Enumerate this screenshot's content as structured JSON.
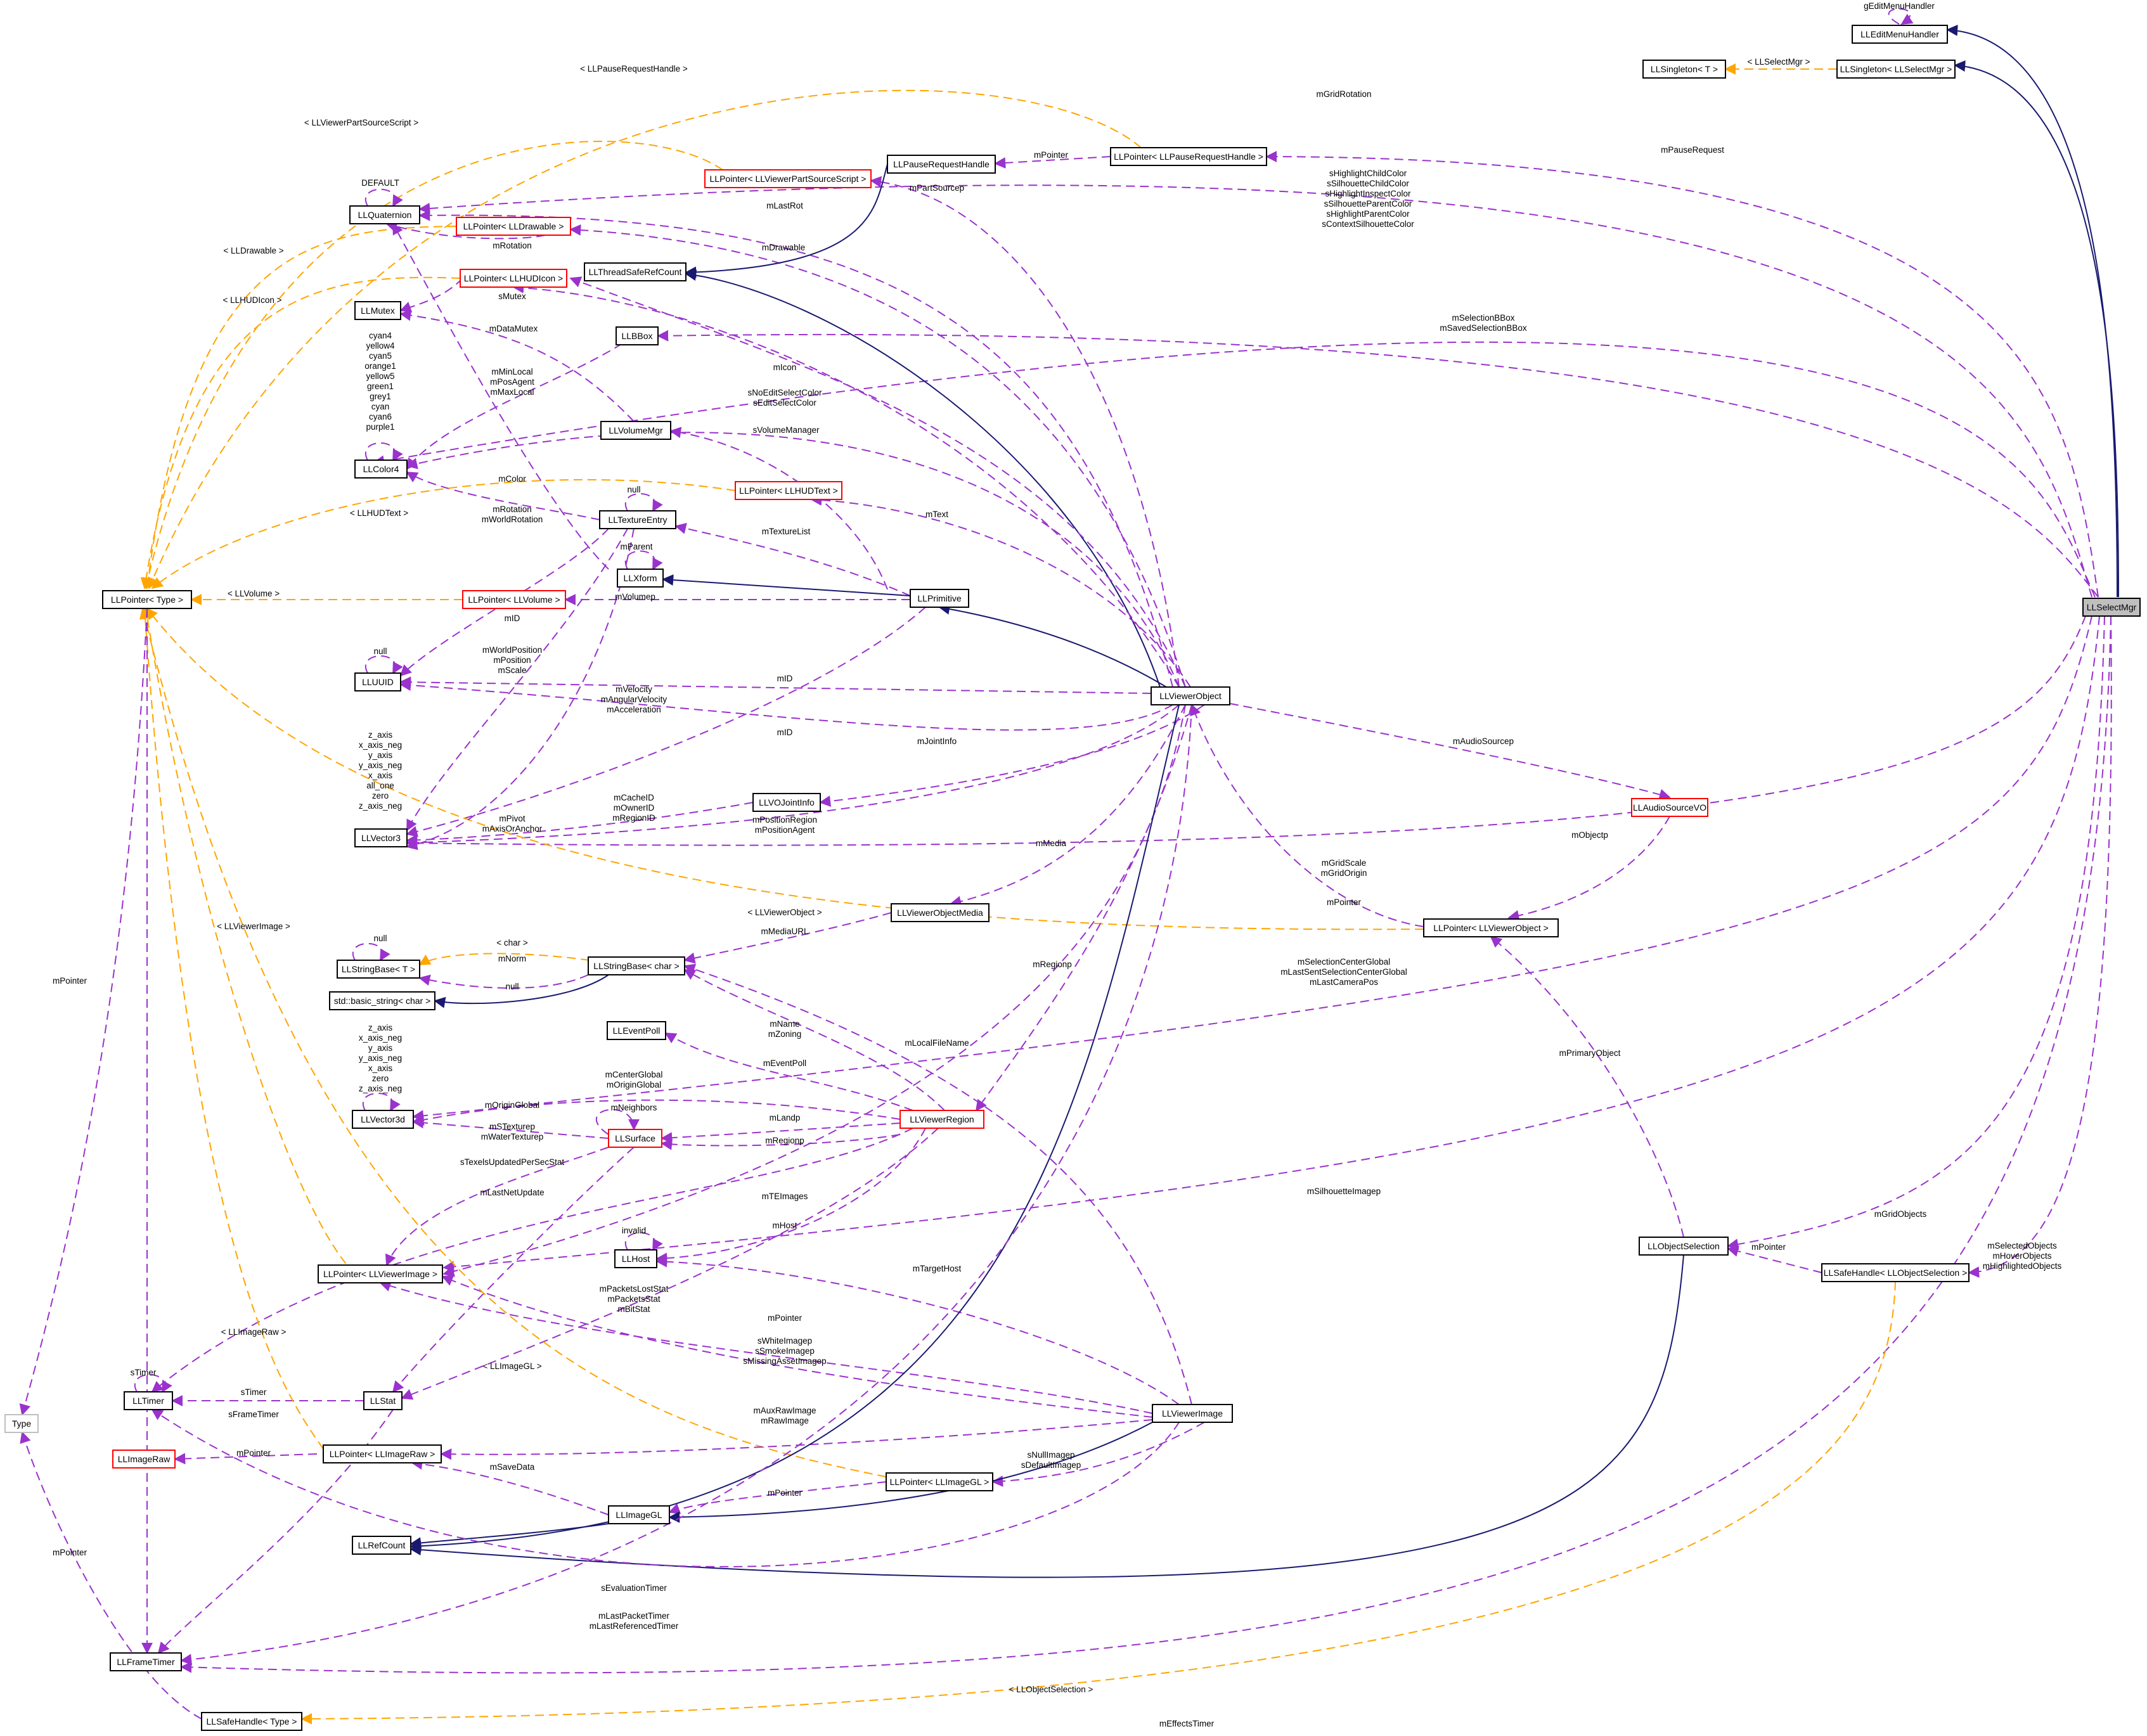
{
  "diagram": {
    "colors": {
      "usage": "#9a32cd",
      "template": "#ffa500",
      "inheritance": "#191970",
      "focus_fill": "#bfbfbf",
      "undocumented_border": "#ff0000"
    },
    "nodes": [
      {
        "id": "gEditMenuHandlerLabel",
        "label": ""
      },
      {
        "id": "LLEditMenuHandler",
        "label": "LLEditMenuHandler"
      },
      {
        "id": "LLSingletonT",
        "label": "LLSingleton< T >"
      },
      {
        "id": "LLSingletonSel",
        "label": "LLSingleton< LLSelectMgr >"
      },
      {
        "id": "LLPointerPause",
        "label": "LLPointer< LLPauseRequestHandle >"
      },
      {
        "id": "LLPauseRequestHandle",
        "label": "LLPauseRequestHandle"
      },
      {
        "id": "LLPointerPartScript",
        "label": "LLPointer< LLViewerPartSourceScript >"
      },
      {
        "id": "LLQuaternion",
        "label": "LLQuaternion"
      },
      {
        "id": "LLPointerDrawable",
        "label": "LLPointer< LLDrawable >"
      },
      {
        "id": "LLThreadSafeRefCount",
        "label": "LLThreadSafeRefCount"
      },
      {
        "id": "LLPointerHUDIcon",
        "label": "LLPointer< LLHUDIcon >"
      },
      {
        "id": "LLMutex",
        "label": "LLMutex"
      },
      {
        "id": "LLBBox",
        "label": "LLBBox"
      },
      {
        "id": "LLVolumeMgr",
        "label": "LLVolumeMgr"
      },
      {
        "id": "LLColor4",
        "label": "LLColor4"
      },
      {
        "id": "LLPointerHUDText",
        "label": "LLPointer< LLHUDText >"
      },
      {
        "id": "LLTextureEntry",
        "label": "LLTextureEntry"
      },
      {
        "id": "LLXform",
        "label": "LLXform"
      },
      {
        "id": "LLPointerType",
        "label": "LLPointer< Type >"
      },
      {
        "id": "LLPointerVolume",
        "label": "LLPointer< LLVolume >"
      },
      {
        "id": "LLPrimitive",
        "label": "LLPrimitive"
      },
      {
        "id": "LLUUID",
        "label": "LLUUID"
      },
      {
        "id": "LLViewerObject",
        "label": "LLViewerObject"
      },
      {
        "id": "LLSelectMgr",
        "label": "LLSelectMgr"
      },
      {
        "id": "LLVOJointInfo",
        "label": "LLVOJointInfo"
      },
      {
        "id": "LLAudioSourceVO",
        "label": "LLAudioSourceVO"
      },
      {
        "id": "LLVector3",
        "label": "LLVector3"
      },
      {
        "id": "LLViewerObjectMedia",
        "label": "LLViewerObjectMedia"
      },
      {
        "id": "LLPointerViewerObject",
        "label": "LLPointer< LLViewerObject >"
      },
      {
        "id": "LLStringBaseT",
        "label": "LLStringBase< T >"
      },
      {
        "id": "LLStringBaseChar",
        "label": "LLStringBase< char >"
      },
      {
        "id": "stdBasicString",
        "label": "std::basic_string< char >"
      },
      {
        "id": "LLEventPoll",
        "label": "LLEventPoll"
      },
      {
        "id": "LLVector3d",
        "label": "LLVector3d"
      },
      {
        "id": "LLSurface",
        "label": "LLSurface"
      },
      {
        "id": "LLViewerRegion",
        "label": "LLViewerRegion"
      },
      {
        "id": "LLHost",
        "label": "LLHost"
      },
      {
        "id": "LLPointerViewerImage",
        "label": "LLPointer< LLViewerImage >"
      },
      {
        "id": "LLObjectSelection",
        "label": "LLObjectSelection"
      },
      {
        "id": "LLSafeHandleSel",
        "label": "LLSafeHandle< LLObjectSelection >"
      },
      {
        "id": "LLTimer",
        "label": "LLTimer"
      },
      {
        "id": "LLStat",
        "label": "LLStat"
      },
      {
        "id": "Type",
        "label": "Type"
      },
      {
        "id": "LLImageRaw",
        "label": "LLImageRaw"
      },
      {
        "id": "LLPointerImageRaw",
        "label": "LLPointer< LLImageRaw >"
      },
      {
        "id": "LLViewerImage",
        "label": "LLViewerImage"
      },
      {
        "id": "LLPointerImageGL",
        "label": "LLPointer< LLImageGL >"
      },
      {
        "id": "LLImageGL",
        "label": "LLImageGL"
      },
      {
        "id": "LLRefCount",
        "label": "LLRefCount"
      },
      {
        "id": "LLFrameTimer",
        "label": "LLFrameTimer"
      },
      {
        "id": "LLSafeHandleType",
        "label": "LLSafeHandle< Type >"
      }
    ],
    "edge_labels": [
      {
        "id": "gEditMenuHandler",
        "lines": [
          "gEditMenuHandler"
        ]
      },
      {
        "id": "LLSelectMgrTmpl",
        "lines": [
          "< LLSelectMgr >"
        ]
      },
      {
        "id": "mGridRotation",
        "lines": [
          "mGridRotation"
        ]
      },
      {
        "id": "LLPauseRequestHandleTmpl",
        "lines": [
          "< LLPauseRequestHandle >"
        ]
      },
      {
        "id": "mPauseRequest",
        "lines": [
          "mPauseRequest"
        ]
      },
      {
        "id": "mPointerPause",
        "lines": [
          "mPointer"
        ]
      },
      {
        "id": "LLViewerPartSourceScriptTmpl",
        "lines": [
          "< LLViewerPartSourceScript >"
        ]
      },
      {
        "id": "mPartSourcep",
        "lines": [
          "mPartSourcep"
        ]
      },
      {
        "id": "DEFAULT",
        "lines": [
          "DEFAULT"
        ]
      },
      {
        "id": "mLastRot",
        "lines": [
          "mLastRot"
        ]
      },
      {
        "id": "sHighlightColors",
        "lines": [
          "sHighlightChildColor",
          "sSilhouetteChildColor",
          "sHighlightInspectColor",
          "sSilhouetteParentColor",
          "sHighlightParentColor",
          "sContextSilhouetteColor"
        ]
      },
      {
        "id": "LLDrawableTmpl",
        "lines": [
          "< LLDrawable >"
        ]
      },
      {
        "id": "mRotation1",
        "lines": [
          "mRotation"
        ]
      },
      {
        "id": "mDrawable",
        "lines": [
          "mDrawable"
        ]
      },
      {
        "id": "LLHUDIconTmpl",
        "lines": [
          "< LLHUDIcon >"
        ]
      },
      {
        "id": "sMutex",
        "lines": [
          "sMutex"
        ]
      },
      {
        "id": "mDataMutex",
        "lines": [
          "mDataMutex"
        ]
      },
      {
        "id": "mSelectionBBox",
        "lines": [
          "mSelectionBBox",
          "mSavedSelectionBBox"
        ]
      },
      {
        "id": "colors",
        "lines": [
          "cyan4",
          "yellow4",
          "cyan5",
          "orange1",
          "yellow5",
          "green1",
          "grey1",
          "cyan",
          "cyan6",
          "purple1"
        ]
      },
      {
        "id": "mIcon",
        "lines": [
          "mIcon"
        ]
      },
      {
        "id": "mMinLocal",
        "lines": [
          "mMinLocal",
          "mPosAgent",
          "mMaxLocal"
        ]
      },
      {
        "id": "sNoEditSelectColor",
        "lines": [
          "sNoEditSelectColor",
          "sEditSelectColor"
        ]
      },
      {
        "id": "sVolumeManager",
        "lines": [
          "sVolumeManager"
        ]
      },
      {
        "id": "mColor",
        "lines": [
          "mColor"
        ]
      },
      {
        "id": "nullTex",
        "lines": [
          "null"
        ]
      },
      {
        "id": "LLHUDTextTmpl",
        "lines": [
          "< LLHUDText >"
        ]
      },
      {
        "id": "mText",
        "lines": [
          "mText"
        ]
      },
      {
        "id": "mRotation2",
        "lines": [
          "mRotation",
          "mWorldRotation"
        ]
      },
      {
        "id": "mTextureList",
        "lines": [
          "mTextureList"
        ]
      },
      {
        "id": "mParent",
        "lines": [
          "mParent"
        ]
      },
      {
        "id": "LLVolumeTmpl",
        "lines": [
          "< LLVolume >"
        ]
      },
      {
        "id": "mVolumep",
        "lines": [
          "mVolumep"
        ]
      },
      {
        "id": "mIDTex",
        "lines": [
          "mID"
        ]
      },
      {
        "id": "nullUUID",
        "lines": [
          "null"
        ]
      },
      {
        "id": "mIDObj",
        "lines": [
          "mID"
        ]
      },
      {
        "id": "mWorldPosition",
        "lines": [
          "mWorldPosition",
          "mPosition",
          "mScale"
        ]
      },
      {
        "id": "mVelocity",
        "lines": [
          "mVelocity",
          "mAngularVelocity",
          "mAcceleration"
        ]
      },
      {
        "id": "mIDImage",
        "lines": [
          "mID"
        ]
      },
      {
        "id": "mJointInfo",
        "lines": [
          "mJointInfo"
        ]
      },
      {
        "id": "mAudioSourcep",
        "lines": [
          "mAudioSourcep"
        ]
      },
      {
        "id": "axes1",
        "lines": [
          "z_axis",
          "x_axis_neg",
          "y_axis",
          "y_axis_neg",
          "x_axis",
          "all_one",
          "zero",
          "z_axis_neg"
        ]
      },
      {
        "id": "mCacheID",
        "lines": [
          "mCacheID",
          "mOwnerID",
          "mRegionID"
        ]
      },
      {
        "id": "mPivot",
        "lines": [
          "mPivot",
          "mAxisOrAnchor"
        ]
      },
      {
        "id": "mPositionRegion",
        "lines": [
          "mPositionRegion",
          "mPositionAgent"
        ]
      },
      {
        "id": "mObjectp",
        "lines": [
          "mObjectp"
        ]
      },
      {
        "id": "mMedia",
        "lines": [
          "mMedia"
        ]
      },
      {
        "id": "mGridScale",
        "lines": [
          "mGridScale",
          "mGridOrigin"
        ]
      },
      {
        "id": "mPointerObj",
        "lines": [
          "mPointer"
        ]
      },
      {
        "id": "LLViewerObjectTmpl",
        "lines": [
          "< LLViewerObject >"
        ]
      },
      {
        "id": "LLViewerImageTmpl",
        "lines": [
          "< LLViewerImage >"
        ]
      },
      {
        "id": "nullStr",
        "lines": [
          "null"
        ]
      },
      {
        "id": "charTmpl",
        "lines": [
          "< char >"
        ]
      },
      {
        "id": "mMediaURL",
        "lines": [
          "mMediaURL"
        ]
      },
      {
        "id": "mNorm",
        "lines": [
          "mNorm"
        ]
      },
      {
        "id": "mSelectionCenterGlobal",
        "lines": [
          "mSelectionCenterGlobal",
          "mLastSentSelectionCenterGlobal",
          "mLastCameraPos"
        ]
      },
      {
        "id": "mRegionp1",
        "lines": [
          "mRegionp"
        ]
      },
      {
        "id": "nullStr2",
        "lines": [
          "null"
        ]
      },
      {
        "id": "mPointerType",
        "lines": [
          "mPointer"
        ]
      },
      {
        "id": "axes2",
        "lines": [
          "z_axis",
          "x_axis_neg",
          "y_axis",
          "y_axis_neg",
          "x_axis",
          "zero",
          "z_axis_neg"
        ]
      },
      {
        "id": "mName",
        "lines": [
          "mName",
          "mZoning"
        ]
      },
      {
        "id": "mLocalFileName",
        "lines": [
          "mLocalFileName"
        ]
      },
      {
        "id": "mPrimaryObject",
        "lines": [
          "mPrimaryObject"
        ]
      },
      {
        "id": "mEventPoll",
        "lines": [
          "mEventPoll"
        ]
      },
      {
        "id": "mCenterGlobal",
        "lines": [
          "mCenterGlobal",
          "mOriginGlobal"
        ]
      },
      {
        "id": "mOriginGlobal",
        "lines": [
          "mOriginGlobal"
        ]
      },
      {
        "id": "mNeighbors",
        "lines": [
          "mNeighbors"
        ]
      },
      {
        "id": "mSTexturep",
        "lines": [
          "mSTexturep",
          "mWaterTexturep"
        ]
      },
      {
        "id": "mLandp",
        "lines": [
          "mLandp"
        ]
      },
      {
        "id": "mRegionp2",
        "lines": [
          "mRegionp"
        ]
      },
      {
        "id": "sTexelsUpdated",
        "lines": [
          "sTexelsUpdatedPerSecStat"
        ]
      },
      {
        "id": "mLastNetUpdate",
        "lines": [
          "mLastNetUpdate"
        ]
      },
      {
        "id": "mTEImages",
        "lines": [
          "mTEImages"
        ]
      },
      {
        "id": "mSilhouetteImagep",
        "lines": [
          "mSilhouetteImagep"
        ]
      },
      {
        "id": "mGridObjects",
        "lines": [
          "mGridObjects"
        ]
      },
      {
        "id": "invalid",
        "lines": [
          "invalid"
        ]
      },
      {
        "id": "mHost",
        "lines": [
          "mHost"
        ]
      },
      {
        "id": "mPointerSel",
        "lines": [
          "mPointer"
        ]
      },
      {
        "id": "mSelectedObjects",
        "lines": [
          "mSelectedObjects",
          "mHoverObjects",
          "mHighlightedObjects"
        ]
      },
      {
        "id": "mTargetHost",
        "lines": [
          "mTargetHost"
        ]
      },
      {
        "id": "mPacketsLostStat",
        "lines": [
          "mPacketsLostStat",
          "mPacketsStat",
          "mBitStat"
        ]
      },
      {
        "id": "LLImageRawTmpl",
        "lines": [
          "< LLImageRaw >"
        ]
      },
      {
        "id": "mPointerVI",
        "lines": [
          "mPointer"
        ]
      },
      {
        "id": "sWhiteImagep",
        "lines": [
          "sWhiteImagep",
          "sSmokeImagep",
          "sMissingAssetImagep"
        ]
      },
      {
        "id": "sTimer1",
        "lines": [
          "sTimer"
        ]
      },
      {
        "id": "LLImageGLTmpl",
        "lines": [
          "< LLImageGL >"
        ]
      },
      {
        "id": "sTimer2",
        "lines": [
          "sTimer"
        ]
      },
      {
        "id": "sFrameTimer",
        "lines": [
          "sFrameTimer"
        ]
      },
      {
        "id": "mAuxRawImage",
        "lines": [
          "mAuxRawImage",
          "mRawImage"
        ]
      },
      {
        "id": "mPointerRaw",
        "lines": [
          "mPointer"
        ]
      },
      {
        "id": "sNullImagep",
        "lines": [
          "sNullImagep",
          "sDefaultImagep"
        ]
      },
      {
        "id": "mSaveData",
        "lines": [
          "mSaveData"
        ]
      },
      {
        "id": "mPointerGL",
        "lines": [
          "mPointer"
        ]
      },
      {
        "id": "mPointerType2",
        "lines": [
          "mPointer"
        ]
      },
      {
        "id": "sEvaluationTimer",
        "lines": [
          "sEvaluationTimer"
        ]
      },
      {
        "id": "mLastPacketTimer",
        "lines": [
          "mLastPacketTimer",
          "mLastReferencedTimer"
        ]
      },
      {
        "id": "LLObjectSelectionTmpl",
        "lines": [
          "< LLObjectSelection >"
        ]
      },
      {
        "id": "mEffectsTimer",
        "lines": [
          "mEffectsTimer"
        ]
      }
    ]
  }
}
